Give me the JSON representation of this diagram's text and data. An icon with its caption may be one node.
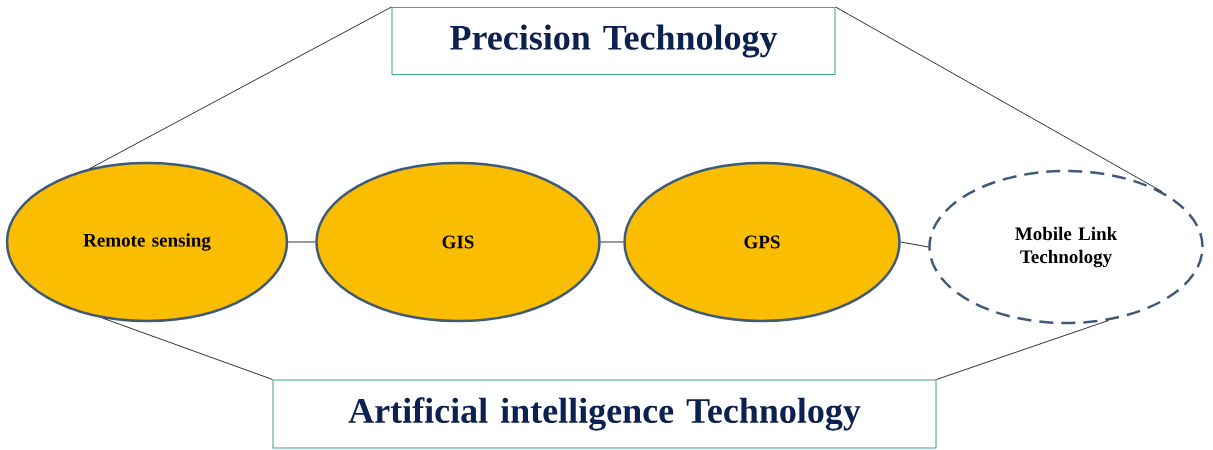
{
  "diagram": {
    "nodes": [
      {
        "text": [
          "Precision Technology"
        ]
      },
      {
        "text": [
          "Remote sensing"
        ]
      },
      {
        "text": [
          "GIS"
        ]
      },
      {
        "text": [
          "GPS"
        ]
      },
      {
        "text": [
          "Mobile Link Technology"
        ]
      },
      {
        "text": [
          "Artificial intelligence Technology"
        ]
      }
    ],
    "edges": [
      {
        "from": 1,
        "to": 2,
        "arrow": "none"
      },
      {
        "from": 2,
        "to": 3,
        "arrow": "none"
      },
      {
        "from": 3,
        "to": 4,
        "arrow": "none"
      },
      {
        "from": 0,
        "to": 1,
        "arrow": "none"
      },
      {
        "from": 0,
        "to": 4,
        "arrow": "none"
      },
      {
        "from": 5,
        "to": 1,
        "arrow": "none"
      },
      {
        "from": 5,
        "to": 4,
        "arrow": "none"
      }
    ]
  }
}
